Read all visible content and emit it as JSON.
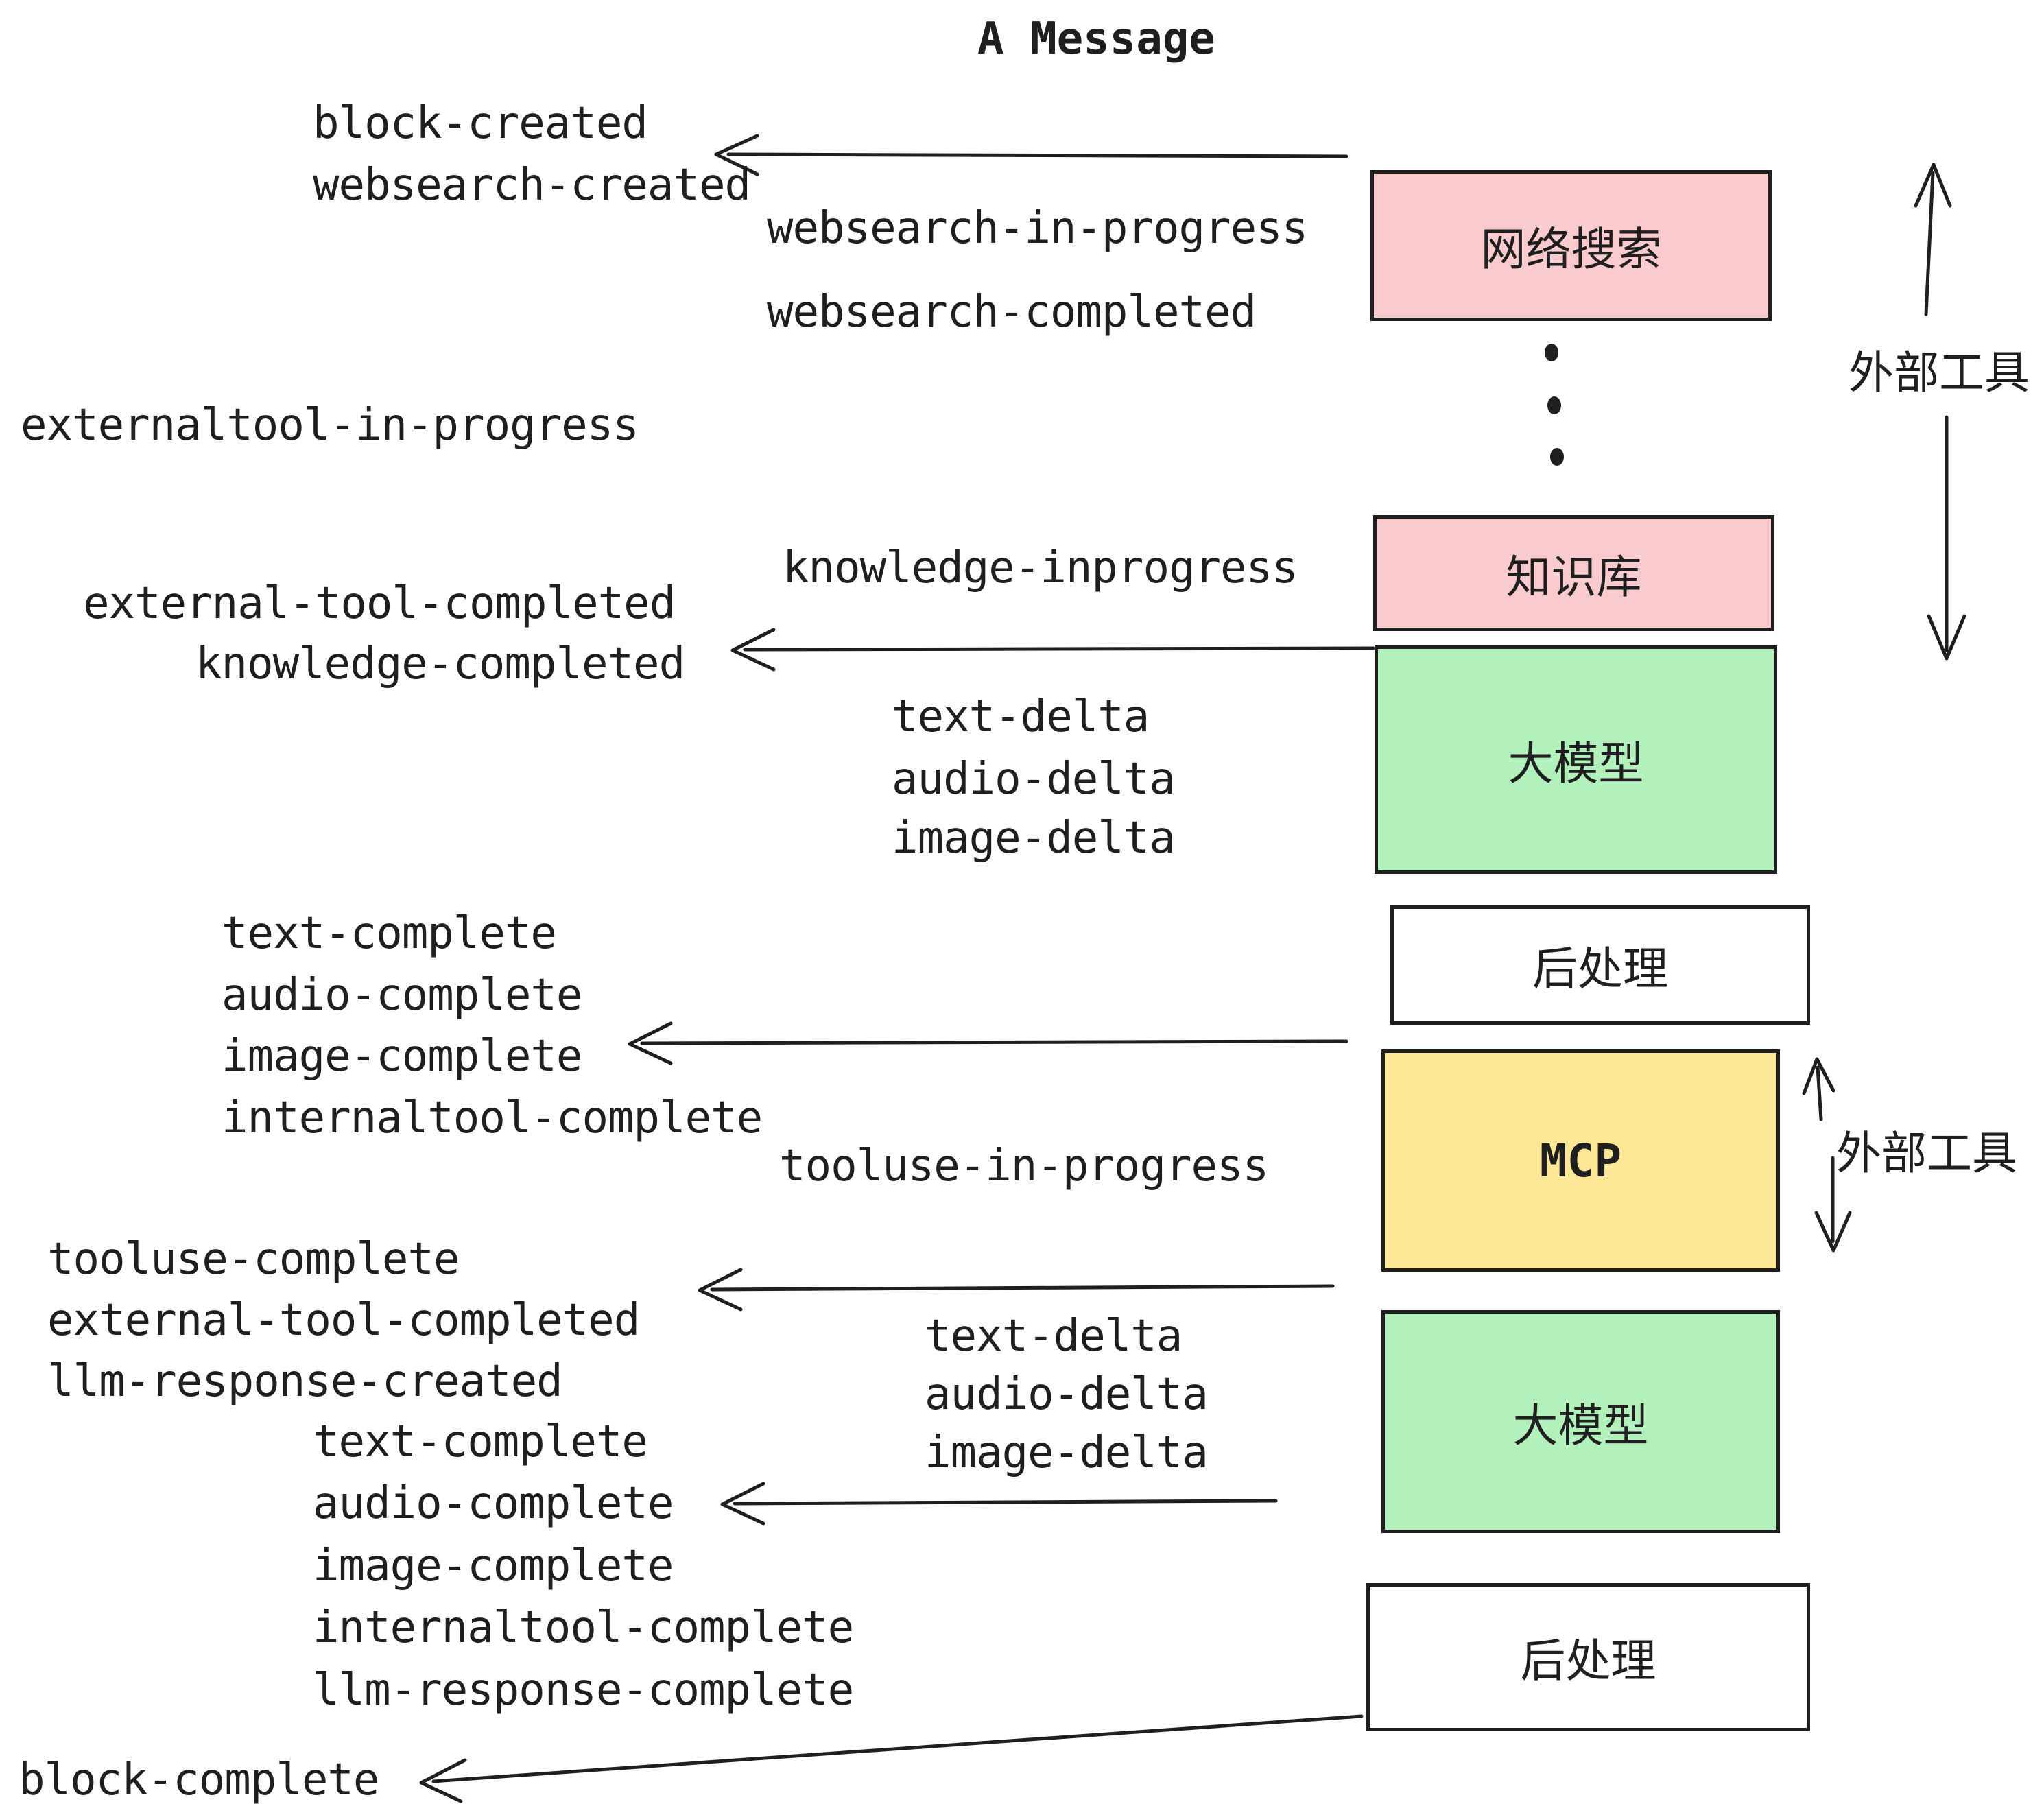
{
  "title": "A Message",
  "colors": {
    "pink": "#F9CACE",
    "green": "#B2F1BC",
    "yellow": "#FBE795",
    "white": "#FFFFFF",
    "ink": "#1F1F1F"
  },
  "boxes": [
    {
      "label": "网络搜索",
      "color": "#F9CACE"
    },
    {
      "label": "知识库",
      "color": "#F9CACE"
    },
    {
      "label": "大模型",
      "color": "#B2F1BC"
    },
    {
      "label": "后处理",
      "color": "#FFFFFF"
    },
    {
      "label": "MCP",
      "color": "#FBE795"
    },
    {
      "label": "大模型",
      "color": "#B2F1BC"
    },
    {
      "label": "后处理",
      "color": "#FFFFFF"
    }
  ],
  "side_labels": [
    {
      "text": "外部工具"
    },
    {
      "text": "外部工具"
    }
  ],
  "events": [
    {
      "text": "block-created"
    },
    {
      "text": "websearch-created"
    },
    {
      "text": "websearch-in-progress"
    },
    {
      "text": "websearch-completed"
    },
    {
      "text": "externaltool-in-progress"
    },
    {
      "text": "knowledge-inprogress"
    },
    {
      "text": "external-tool-completed"
    },
    {
      "text": "knowledge-completed"
    },
    {
      "text": "text-delta"
    },
    {
      "text": "audio-delta"
    },
    {
      "text": "image-delta"
    },
    {
      "text": "text-complete"
    },
    {
      "text": "audio-complete"
    },
    {
      "text": "image-complete"
    },
    {
      "text": "internaltool-complete"
    },
    {
      "text": "tooluse-in-progress"
    },
    {
      "text": "tooluse-complete"
    },
    {
      "text": "external-tool-completed"
    },
    {
      "text": "llm-response-created"
    },
    {
      "text": "text-complete"
    },
    {
      "text": "text-delta"
    },
    {
      "text": "audio-delta"
    },
    {
      "text": "image-delta"
    },
    {
      "text": "audio-complete"
    },
    {
      "text": "image-complete"
    },
    {
      "text": "internaltool-complete"
    },
    {
      "text": "llm-response-complete"
    },
    {
      "text": "block-complete"
    }
  ]
}
